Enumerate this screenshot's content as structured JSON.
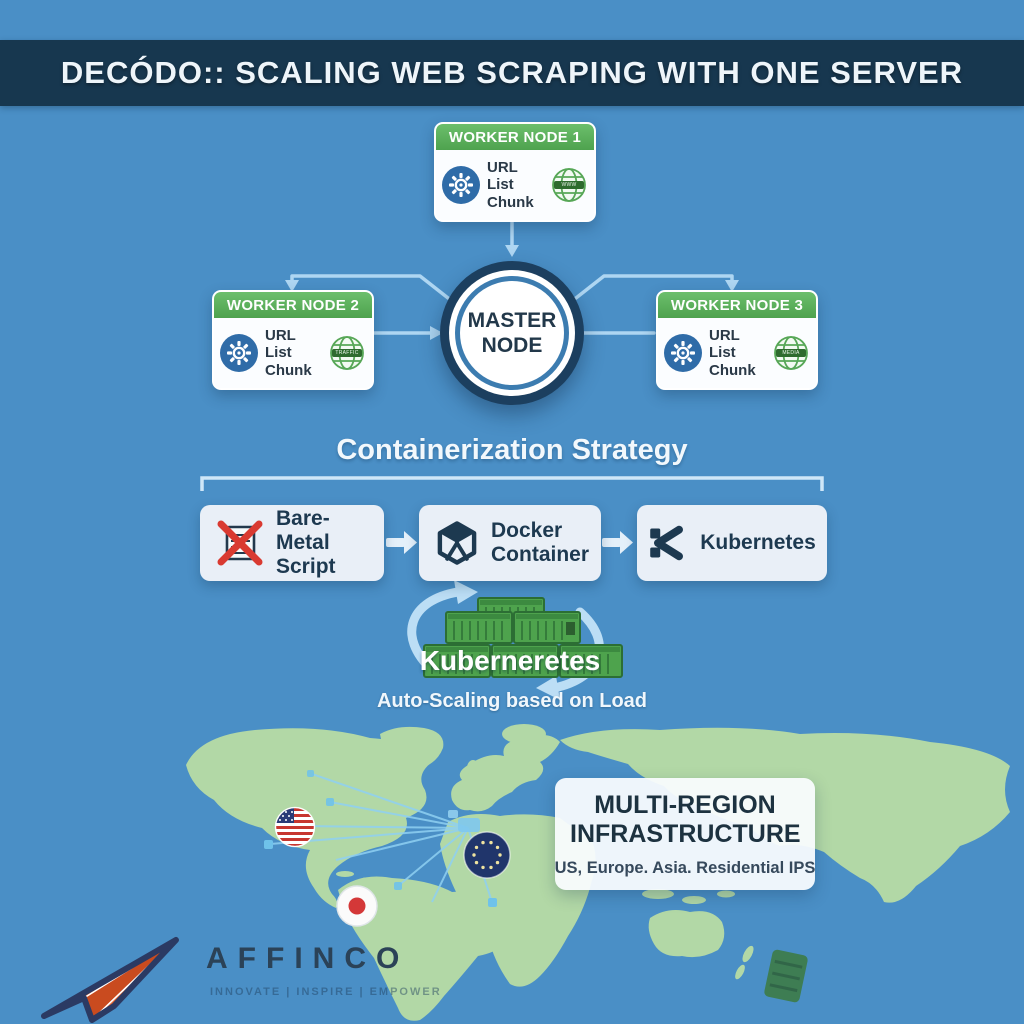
{
  "header": {
    "title": "DECÓDO:: SCALING WEB SCRAPING WITH ONE SERVER"
  },
  "cluster": {
    "master_label": "MASTER NODE",
    "workers": [
      {
        "title": "WORKER NODE 1",
        "chunk_label": "URL List Chunk",
        "globe_badge": "WWW"
      },
      {
        "title": "WORKER NODE 2",
        "chunk_label": "URL List Chunk",
        "globe_badge": "TRAFFIC"
      },
      {
        "title": "WORKER NODE 3",
        "chunk_label": "URL List Chunk",
        "globe_badge": "MEDIA"
      }
    ]
  },
  "containerization": {
    "title": "Containerization Strategy",
    "steps": [
      {
        "label": "Bare-Metal Script"
      },
      {
        "label": "Docker Container"
      },
      {
        "label": "Kubernetes"
      }
    ],
    "autoscale_title": "Kuberneretes",
    "autoscale_subtitle": "Auto-Scaling based on Load"
  },
  "map_section": {
    "info_box": {
      "title": "MULTI-REGION INFRASTRUCTURE",
      "subtitle": "US, Europe. Asia. Residential IPS"
    }
  },
  "footer": {
    "brand": "AFFINCO",
    "tagline": "INNOVATE | INSPIRE | EMPOWER"
  },
  "colors": {
    "background": "#4a8fc6",
    "header_bg": "#17374f",
    "worker_green": "#5cb85c",
    "accent_light_blue": "#aed6f2",
    "box_bg": "#e9eff7",
    "navy_text": "#1d3950",
    "container_green": "#4ea34d",
    "map_land": "#b2d8a6",
    "red_x": "#d93a31",
    "brand_orange": "#e8622d"
  }
}
